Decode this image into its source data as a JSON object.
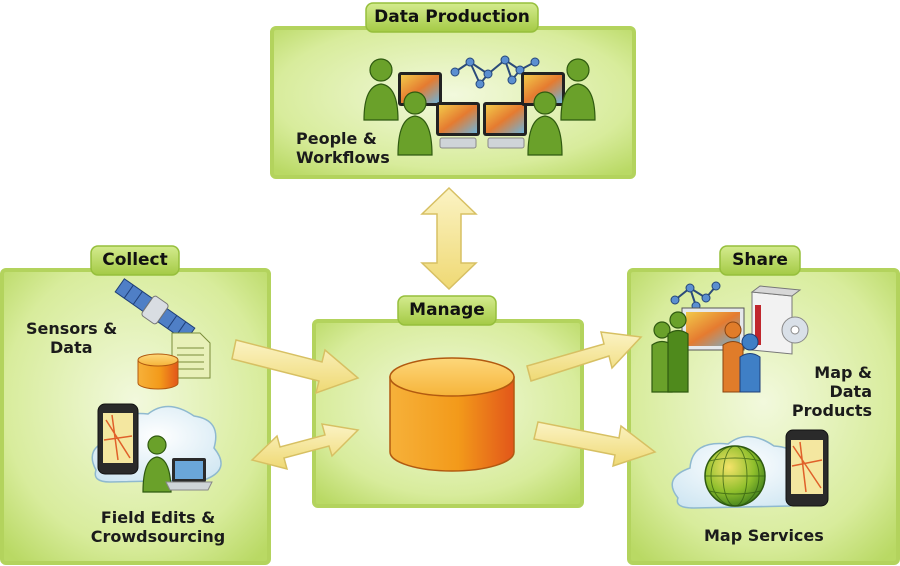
{
  "diagram": {
    "panels": {
      "data_production": {
        "title": "Data Production",
        "caption_line1": "People &",
        "caption_line2": "Workflows"
      },
      "collect": {
        "title": "Collect",
        "sensors_line1": "Sensors &",
        "sensors_line2": "Data",
        "field_line1": "Field Edits &",
        "field_line2": "Crowdsourcing"
      },
      "manage": {
        "title": "Manage"
      },
      "share": {
        "title": "Share",
        "products_line1": "Map & Data",
        "products_line2": "Products",
        "services": "Map Services"
      }
    },
    "colors": {
      "panel_fill": "#c9e27e",
      "panel_light": "#e9f4c6",
      "tab_fill": "#b5d65c",
      "arrow_fill": "#f7e9a3",
      "database": "#f29a1e"
    }
  }
}
